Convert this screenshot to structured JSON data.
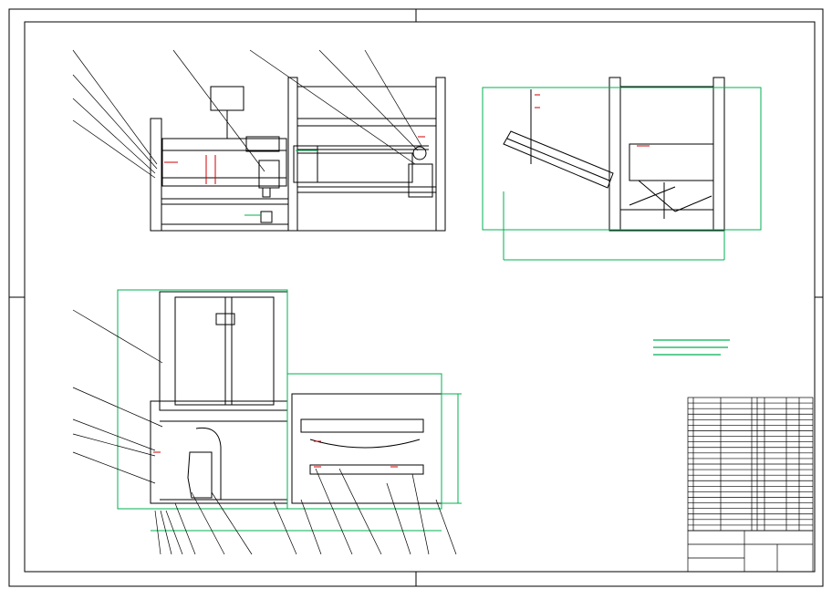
{
  "drawing": {
    "title": "",
    "views": [
      "front-view",
      "side-view",
      "plan-view"
    ]
  },
  "colors": {
    "line": "#000000",
    "dimension": "#00b050",
    "leader": "#000000",
    "accent_red": "#d00000",
    "background": "#ffffff"
  },
  "notes": {
    "heading": "",
    "lines": [
      "",
      "",
      ""
    ]
  },
  "title_block": {
    "drawing_name": "",
    "scale": "",
    "sheet": ""
  },
  "bill_of_materials": {
    "row_count": 24
  }
}
